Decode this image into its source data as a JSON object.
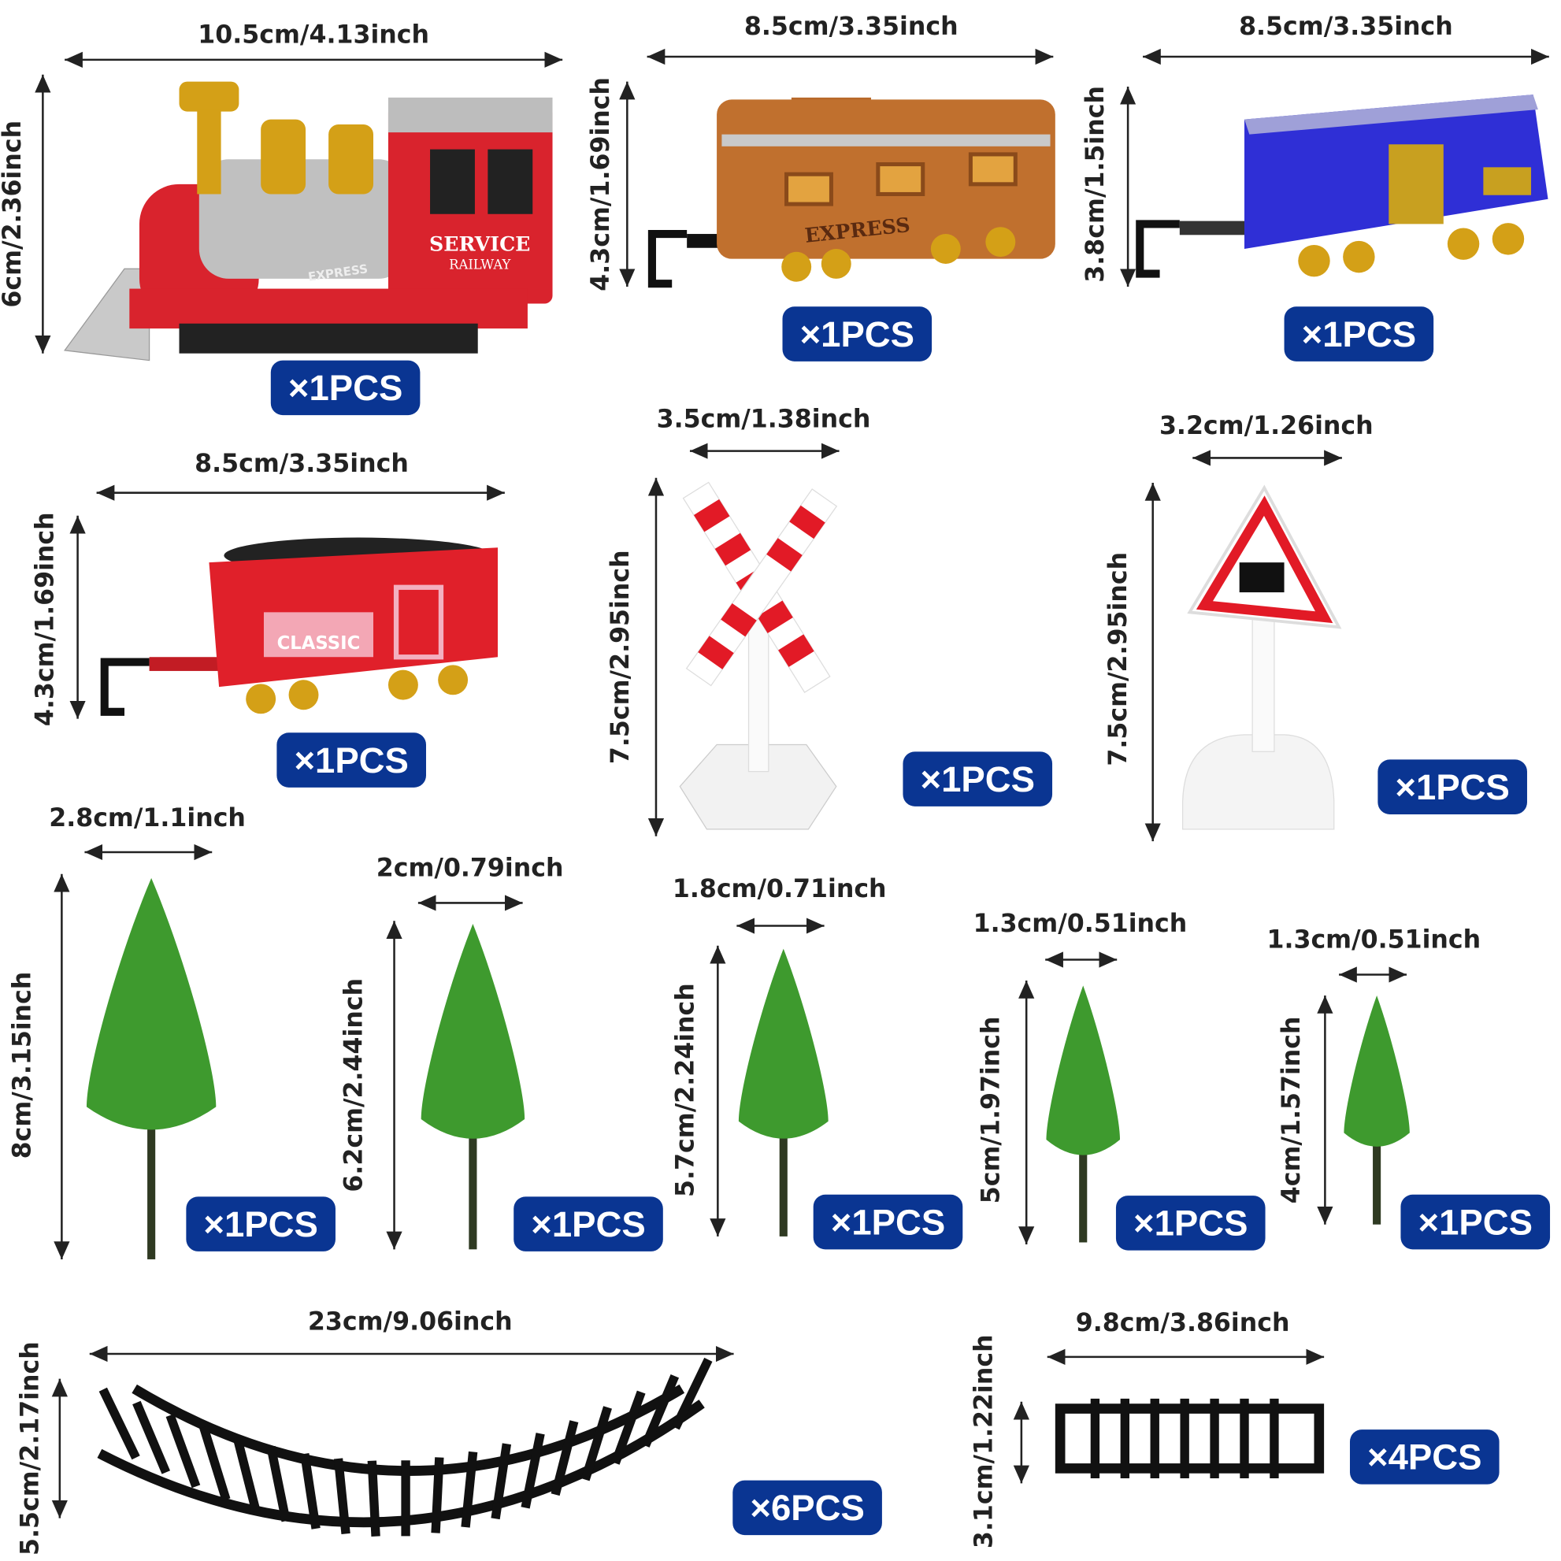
{
  "colors": {
    "badge": "#0a3592",
    "arrow": "#222222"
  },
  "items": [
    {
      "name": "locomotive",
      "width_label": "10.5cm/4.13inch",
      "height_label": "6cm/2.36inch",
      "quantity": "×1PCS",
      "text": [
        "SERVICE",
        "RAILWAY",
        "EXPRESS"
      ]
    },
    {
      "name": "caboose",
      "width_label": "8.5cm/3.35inch",
      "height_label": "4.3cm/1.69inch",
      "quantity": "×1PCS",
      "text": [
        "EXPRESS"
      ]
    },
    {
      "name": "boxcar",
      "width_label": "8.5cm/3.35inch",
      "height_label": "3.8cm/1.5inch",
      "quantity": "×1PCS"
    },
    {
      "name": "coal-car",
      "width_label": "8.5cm/3.35inch",
      "height_label": "4.3cm/1.69inch",
      "quantity": "×1PCS",
      "text": [
        "CLASSIC"
      ]
    },
    {
      "name": "crossing-sign",
      "width_label": "3.5cm/1.38inch",
      "height_label": "7.5cm/2.95inch",
      "quantity": "×1PCS"
    },
    {
      "name": "warning-sign",
      "width_label": "3.2cm/1.26inch",
      "height_label": "7.5cm/2.95inch",
      "quantity": "×1PCS"
    },
    {
      "name": "tree-1",
      "width_label": "2.8cm/1.1inch",
      "height_label": "8cm/3.15inch",
      "quantity": "×1PCS"
    },
    {
      "name": "tree-2",
      "width_label": "2cm/0.79inch",
      "height_label": "6.2cm/2.44inch",
      "quantity": "×1PCS"
    },
    {
      "name": "tree-3",
      "width_label": "1.8cm/0.71inch",
      "height_label": "5.7cm/2.24inch",
      "quantity": "×1PCS"
    },
    {
      "name": "tree-4",
      "width_label": "1.3cm/0.51inch",
      "height_label": "5cm/1.97inch",
      "quantity": "×1PCS"
    },
    {
      "name": "tree-5",
      "width_label": "1.3cm/0.51inch",
      "height_label": "4cm/1.57inch",
      "quantity": "×1PCS"
    },
    {
      "name": "curved-track",
      "width_label": "23cm/9.06inch",
      "height_label": "5.5cm/2.17inch",
      "quantity": "×6PCS"
    },
    {
      "name": "straight-track",
      "width_label": "9.8cm/3.86inch",
      "height_label": "3.1cm/1.22inch",
      "quantity": "×4PCS"
    }
  ]
}
